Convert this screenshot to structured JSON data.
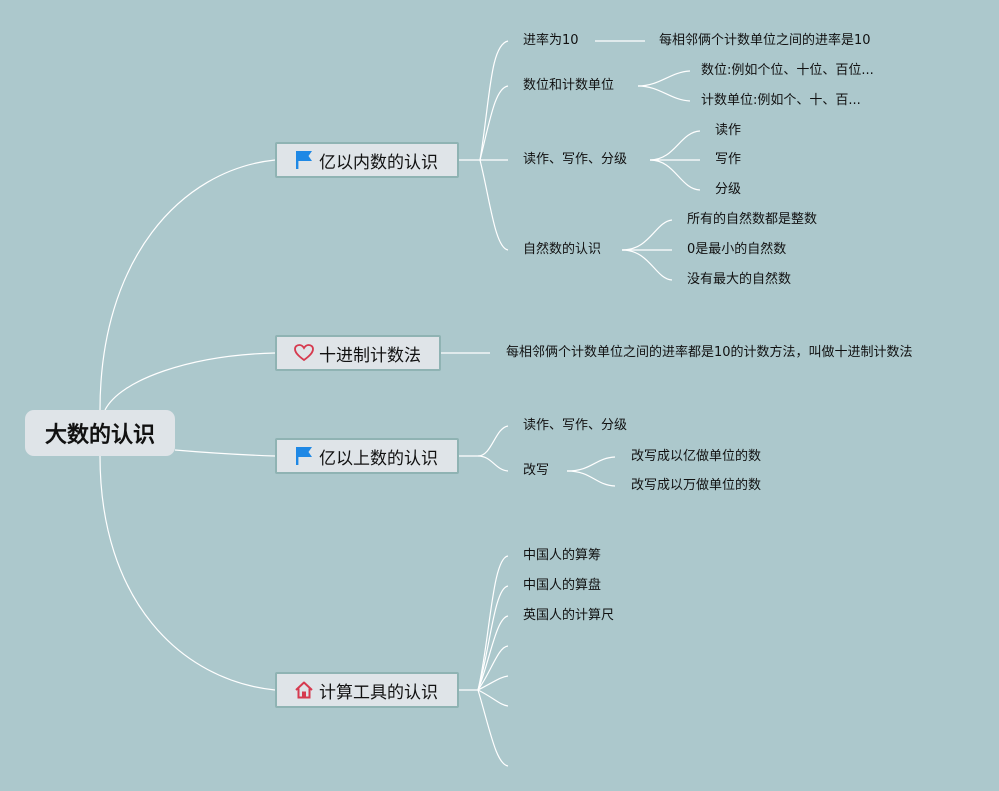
{
  "root": {
    "label": "大数的认识"
  },
  "branches": [
    {
      "label": "亿以内数的认识",
      "icon": "blue-flag-icon",
      "children": [
        {
          "label": "进率为10",
          "children": [
            {
              "label": "每相邻俩个计数单位之间的进率是10"
            }
          ]
        },
        {
          "label": "数位和计数单位",
          "children": [
            {
              "label": "数位:例如个位、十位、百位..."
            },
            {
              "label": "计数单位:例如个、十、百..."
            }
          ]
        },
        {
          "label": "读作、写作、分级",
          "children": [
            {
              "label": "读作"
            },
            {
              "label": "写作"
            },
            {
              "label": "分级"
            }
          ]
        },
        {
          "label": "自然数的认识",
          "children": [
            {
              "label": "所有的自然数都是整数"
            },
            {
              "label": "0是最小的自然数"
            },
            {
              "label": "没有最大的自然数"
            }
          ]
        }
      ]
    },
    {
      "label": "十进制计数法",
      "icon": "red-heart-icon",
      "children": [
        {
          "label": "每相邻俩个计数单位之间的进率都是10的计数方法，叫做十进制计数法"
        }
      ]
    },
    {
      "label": "亿以上数的认识",
      "icon": "blue-flag-icon",
      "children": [
        {
          "label": "读作、写作、分级"
        },
        {
          "label": "改写",
          "children": [
            {
              "label": "改写成以亿做单位的数"
            },
            {
              "label": "改写成以万做单位的数"
            }
          ]
        }
      ]
    },
    {
      "label": "计算工具的认识",
      "icon": "red-house-icon",
      "children": [
        {
          "label": "中国人的算筹"
        },
        {
          "label": "中国人的算盘"
        },
        {
          "label": "英国人的计算尺"
        },
        {
          "label": ""
        },
        {
          "label": ""
        },
        {
          "label": ""
        },
        {
          "label": ""
        }
      ]
    }
  ],
  "colors": {
    "background": "#acc8cc",
    "connector": "#ffffff",
    "flag": "#1e88e5",
    "accent_red": "#d63a4f",
    "node_fill": "#dfe4e8"
  }
}
